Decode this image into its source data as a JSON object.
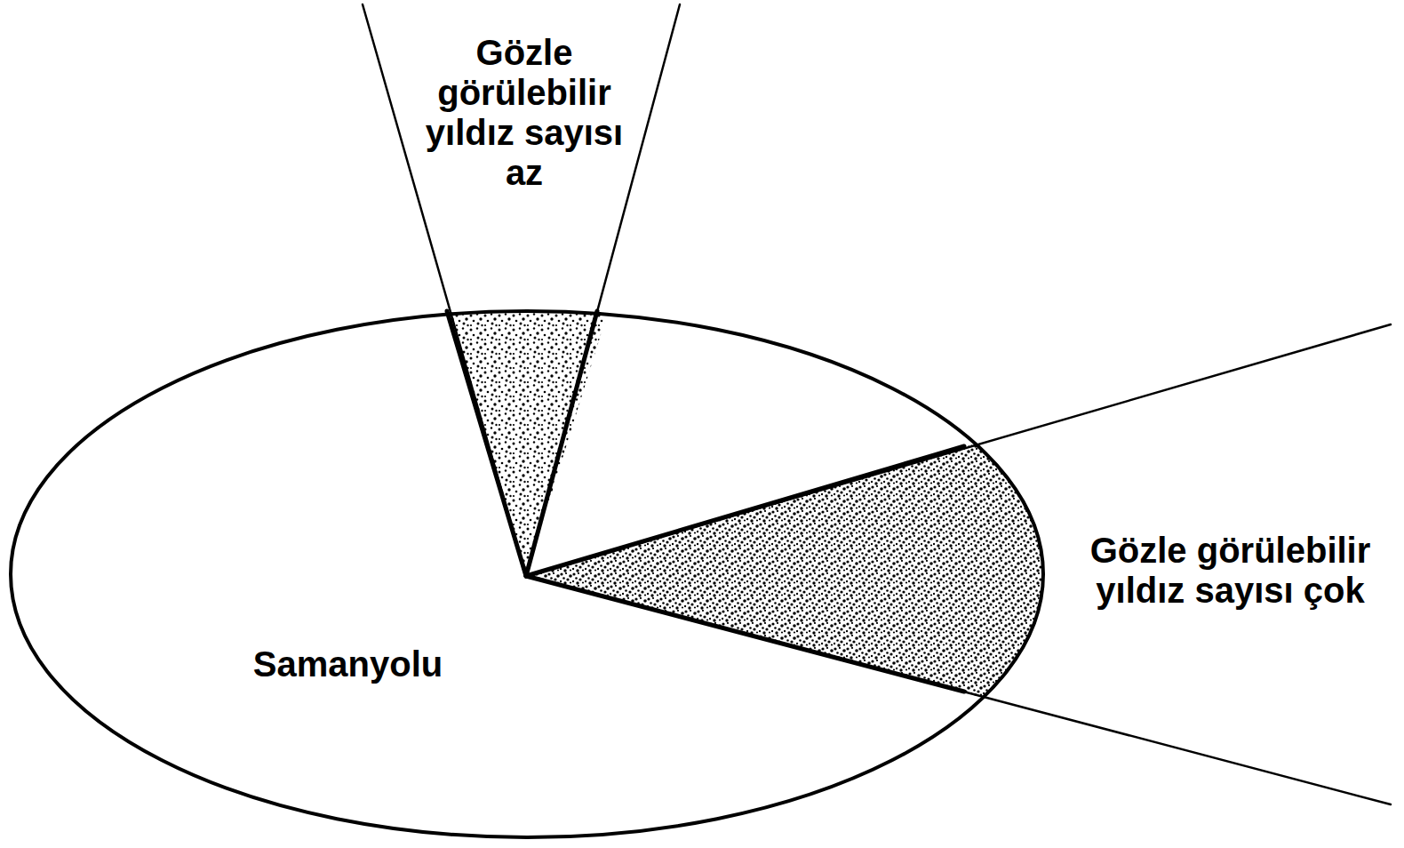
{
  "diagram": {
    "nodes": [
      {
        "text": [
          "Samanyolu"
        ]
      }
    ],
    "labels": [
      "Gözle görülebilir yıldız sayısı az",
      "Gözle görülebilir yıldız sayısı çok"
    ]
  }
}
